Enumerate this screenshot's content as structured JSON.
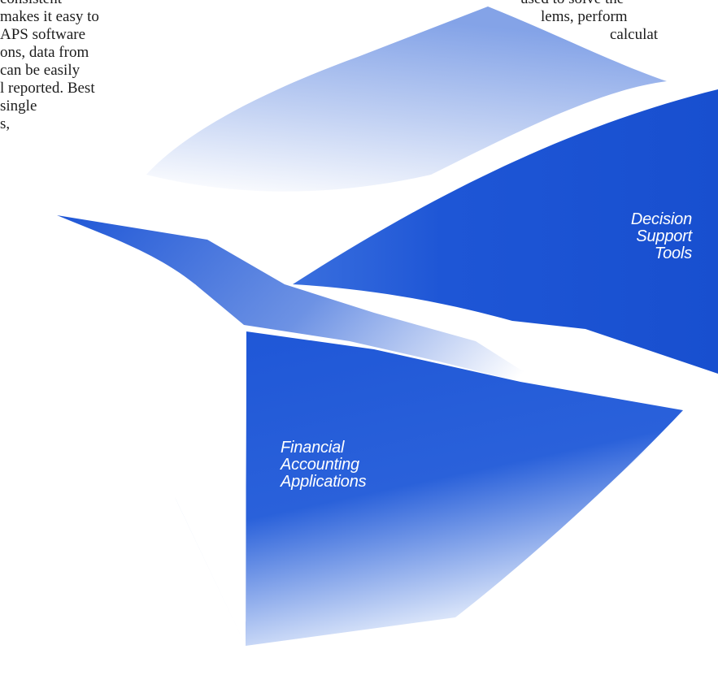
{
  "left_text": [
    "consistent",
    "makes it easy to",
    "APS software",
    "ons, data from",
    "can be easily",
    "l reported. Best",
    "single",
    "s,"
  ],
  "right_text": [
    "used to solve the",
    "lems, perform",
    "calculat"
  ],
  "labels": {
    "decision": [
      "Decision",
      "Support",
      "Tools"
    ],
    "financial": [
      "Financial",
      "Accounting",
      "Applications"
    ]
  },
  "colors": {
    "blue": "#1e56d6",
    "light_blue": "#9fb7ec",
    "white": "#ffffff"
  }
}
